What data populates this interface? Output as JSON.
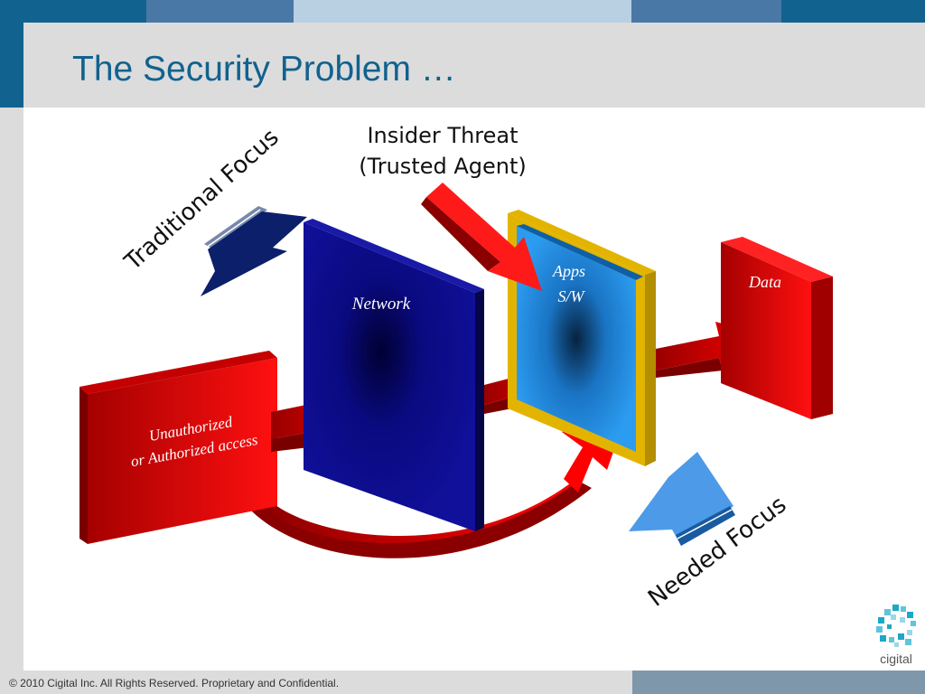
{
  "slide": {
    "title": "The Security Problem …",
    "footer": "© 2010 Cigital Inc. All Rights Reserved. Proprietary and Confidential.",
    "logo_text": "cigital"
  },
  "diagram": {
    "insider_threat_line1": "Insider Threat",
    "insider_threat_line2": "(Trusted Agent)",
    "traditional_focus": "Traditional Focus",
    "needed_focus": "Needed Focus",
    "network_label": "Network",
    "apps_line1": "Apps",
    "apps_line2": "S/W",
    "data_label": "Data",
    "access_line1": "Unauthorized",
    "access_line2": "or Authorized access"
  },
  "colors": {
    "title": "#11628f",
    "header_band_dark": "#11628f",
    "header_band_mid": "#4a78a6",
    "header_band_light": "#b8d0e2",
    "network_blue": "#0a0a8a",
    "apps_blue": "#1e8fe6",
    "frame_gold": "#e2b400",
    "red": "#e00000",
    "dark_navy_arrow": "#0b1f6b",
    "light_blue_arrow": "#4d9be8"
  },
  "icons": [
    "cigital-logo-icon"
  ]
}
